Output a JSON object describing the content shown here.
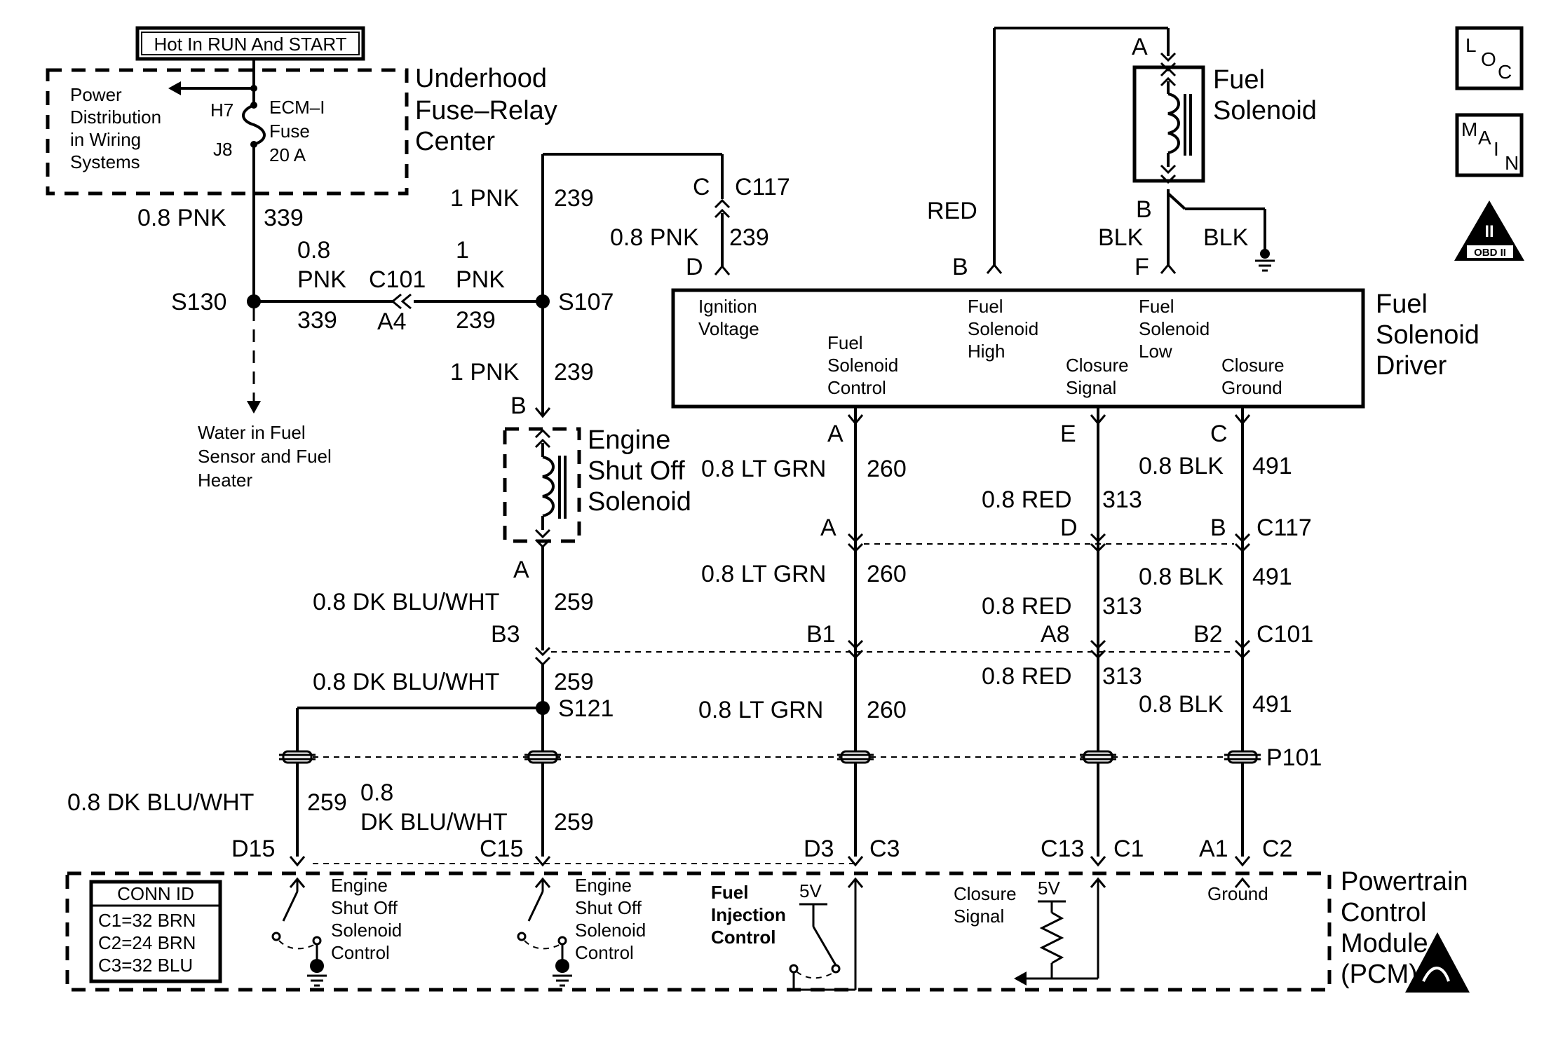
{
  "top_label": "Hot In RUN And START",
  "fuse_center": {
    "title": [
      "Underhood",
      "Fuse–Relay",
      "Center"
    ],
    "power_dist": [
      "Power",
      "Distribution",
      "in Wiring",
      "Systems"
    ],
    "fuse": [
      "ECM–I",
      "Fuse",
      "20 A"
    ],
    "pins": [
      "H7",
      "J8"
    ]
  },
  "wires": {
    "w339_top": [
      "0.8 PNK",
      "339"
    ],
    "w339_mid": [
      "0.8",
      "PNK",
      "339"
    ],
    "w239_top": [
      "1 PNK",
      "239"
    ],
    "w239_mid": [
      "1",
      "PNK",
      "239"
    ],
    "w239_low": [
      "1 PNK",
      "239"
    ],
    "w239_c117": [
      "0.8 PNK",
      "239"
    ],
    "w259_a": [
      "0.8 DK BLU/WHT",
      "259"
    ],
    "w259_b": [
      "0.8 DK BLU/WHT",
      "259"
    ],
    "w259_c": [
      "0.8 DK BLU/WHT",
      "259"
    ],
    "w259_d": [
      "0.8",
      "DK BLU/WHT",
      "259"
    ],
    "w260_a": [
      "0.8 LT GRN",
      "260"
    ],
    "w260_b": [
      "0.8 LT GRN",
      "260"
    ],
    "w260_c": [
      "0.8 LT GRN",
      "260"
    ],
    "w313_a": [
      "0.8 RED",
      "313"
    ],
    "w313_b": [
      "0.8 RED",
      "313"
    ],
    "w313_c": [
      "0.8 RED",
      "313"
    ],
    "w491_a": [
      "0.8 BLK",
      "491"
    ],
    "w491_b": [
      "0.8 BLK",
      "491"
    ],
    "w491_c": [
      "0.8 BLK",
      "491"
    ],
    "red": "RED",
    "blk1": "BLK",
    "blk2": "BLK"
  },
  "splices": [
    "S130",
    "S107",
    "S121"
  ],
  "connectors": {
    "c101": "C101",
    "c101_pin": "A4",
    "c117": "C117",
    "c117_pin_c": "C",
    "c117_pin_d": "D",
    "c117_row": "C117",
    "c101_row": "C101",
    "p101": "P101"
  },
  "pins": {
    "solenoid_b": "B",
    "solenoid_a": "A",
    "b3": "B3",
    "a1": "A",
    "a2": "A",
    "b1": "B1",
    "e": "E",
    "d": "D",
    "a8": "A8",
    "c": "C",
    "b": "B",
    "b2": "B2",
    "fs_a": "A",
    "fs_b": "B",
    "fs_b2": "B",
    "fs_f": "F",
    "d15": "D15",
    "c15": "C15",
    "d3": "D3",
    "c3": "C3",
    "c13": "C13",
    "c1": "C1",
    "a1b": "A1",
    "c2": "C2"
  },
  "components": {
    "water_sensor": [
      "Water in Fuel",
      "Sensor and Fuel",
      "Heater"
    ],
    "shutoff": [
      "Engine",
      "Shut Off",
      "Solenoid"
    ],
    "fuel_solenoid": [
      "Fuel",
      "Solenoid"
    ],
    "driver": [
      "Fuel",
      "Solenoid",
      "Driver"
    ],
    "driver_ign": [
      "Ignition",
      "Voltage"
    ],
    "driver_ctrl": [
      "Fuel",
      "Solenoid",
      "Control"
    ],
    "driver_high": [
      "Fuel",
      "Solenoid",
      "High"
    ],
    "driver_closure": [
      "Closure",
      "Signal"
    ],
    "driver_low": [
      "Fuel",
      "Solenoid",
      "Low"
    ],
    "driver_cgnd": [
      "Closure",
      "Ground"
    ],
    "pcm": [
      "Powertrain",
      "Control",
      "Module",
      "(PCM)"
    ],
    "pcm_esos1": [
      "Engine",
      "Shut Off",
      "Solenoid",
      "Control"
    ],
    "pcm_esos2": [
      "Engine",
      "Shut Off",
      "Solenoid",
      "Control"
    ],
    "pcm_fic": [
      "Fuel",
      "Injection",
      "Control"
    ],
    "pcm_closure": [
      "Closure",
      "Signal"
    ],
    "pcm_ground": "Ground",
    "v5a": "5V",
    "v5b": "5V"
  },
  "conn_id": [
    "CONN ID",
    "C1=32 BRN",
    "C2=24 BRN",
    "C3=32 BLU"
  ],
  "nav": {
    "loc": [
      "L",
      "O",
      "C"
    ],
    "main": [
      "M",
      "A",
      "I",
      "N"
    ],
    "obd": [
      "II",
      "OBD II"
    ]
  }
}
